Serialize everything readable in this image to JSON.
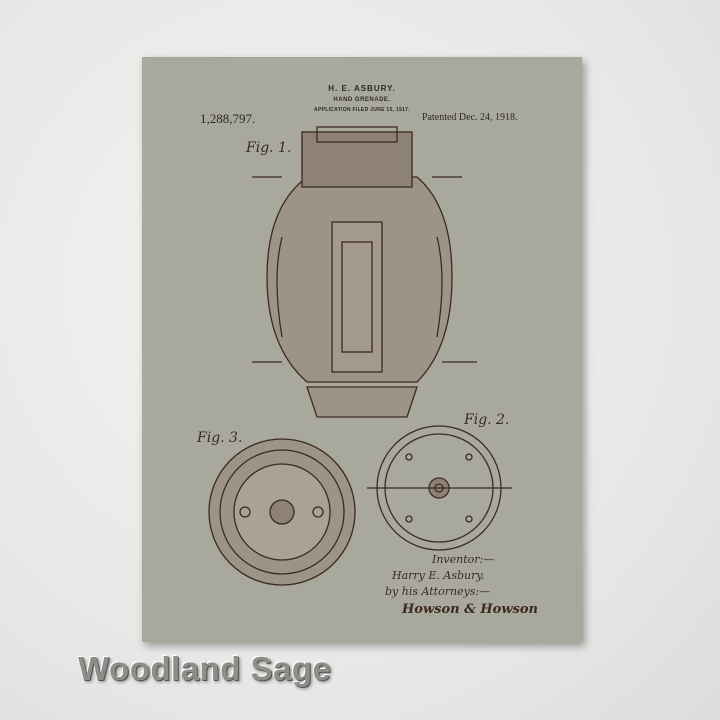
{
  "patent": {
    "inventor_header": "H. E. ASBURY.",
    "title": "HAND GRENADE.",
    "application": "APPLICATION FILED JUNE 15, 1917.",
    "number": "1,288,797.",
    "patented": "Patented Dec. 24, 1918.",
    "fig1": "Fig. 1.",
    "fig2": "Fig. 2.",
    "fig3": "Fig. 3.",
    "signature": {
      "label": "Inventor:—",
      "name": "Harry E. Asbury.",
      "by": "by his Attorneys:—",
      "attorneys": "Howson & Howson"
    }
  },
  "caption": "Woodland Sage",
  "colors": {
    "paper": "#a9a89d",
    "ink": "#3c2a20",
    "caption": "#8e8e8a"
  }
}
